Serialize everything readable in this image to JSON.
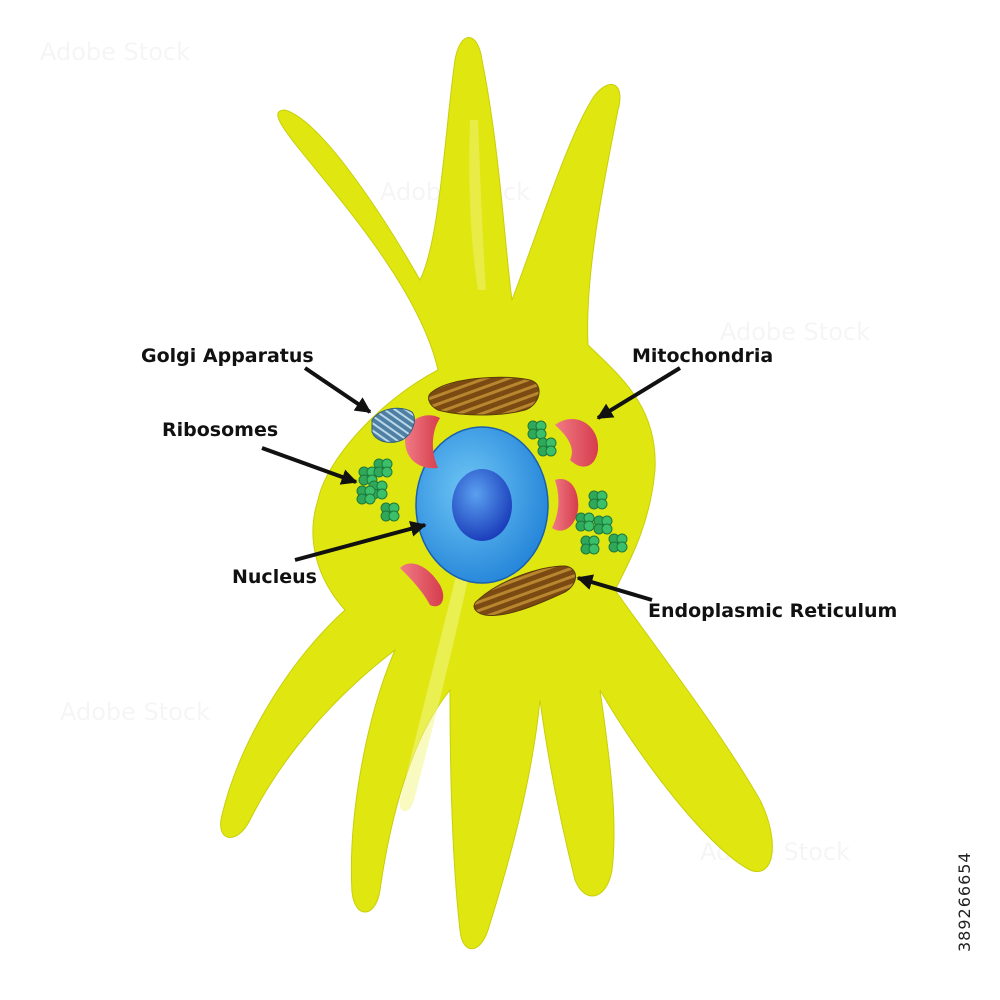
{
  "labels": {
    "golgi": "Golgi Apparatus",
    "mitochondria": "Mitochondria",
    "ribosomes": "Ribosomes",
    "nucleus": "Nucleus",
    "er": "Endoplasmic Reticulum"
  },
  "stock_id": "389266654",
  "watermark_text": "Adobe Stock",
  "colors": {
    "cell": "#e0e60f",
    "cell_highlight": "#f3f58a",
    "nucleus_outer": "#3c9be6",
    "nucleus_inner": "#1a56c9",
    "mitochondria": "#e85a66",
    "ribosome": "#2fa85a",
    "er": "#8a5a1c",
    "golgi": "#5a8fb0",
    "arrow": "#111111"
  }
}
